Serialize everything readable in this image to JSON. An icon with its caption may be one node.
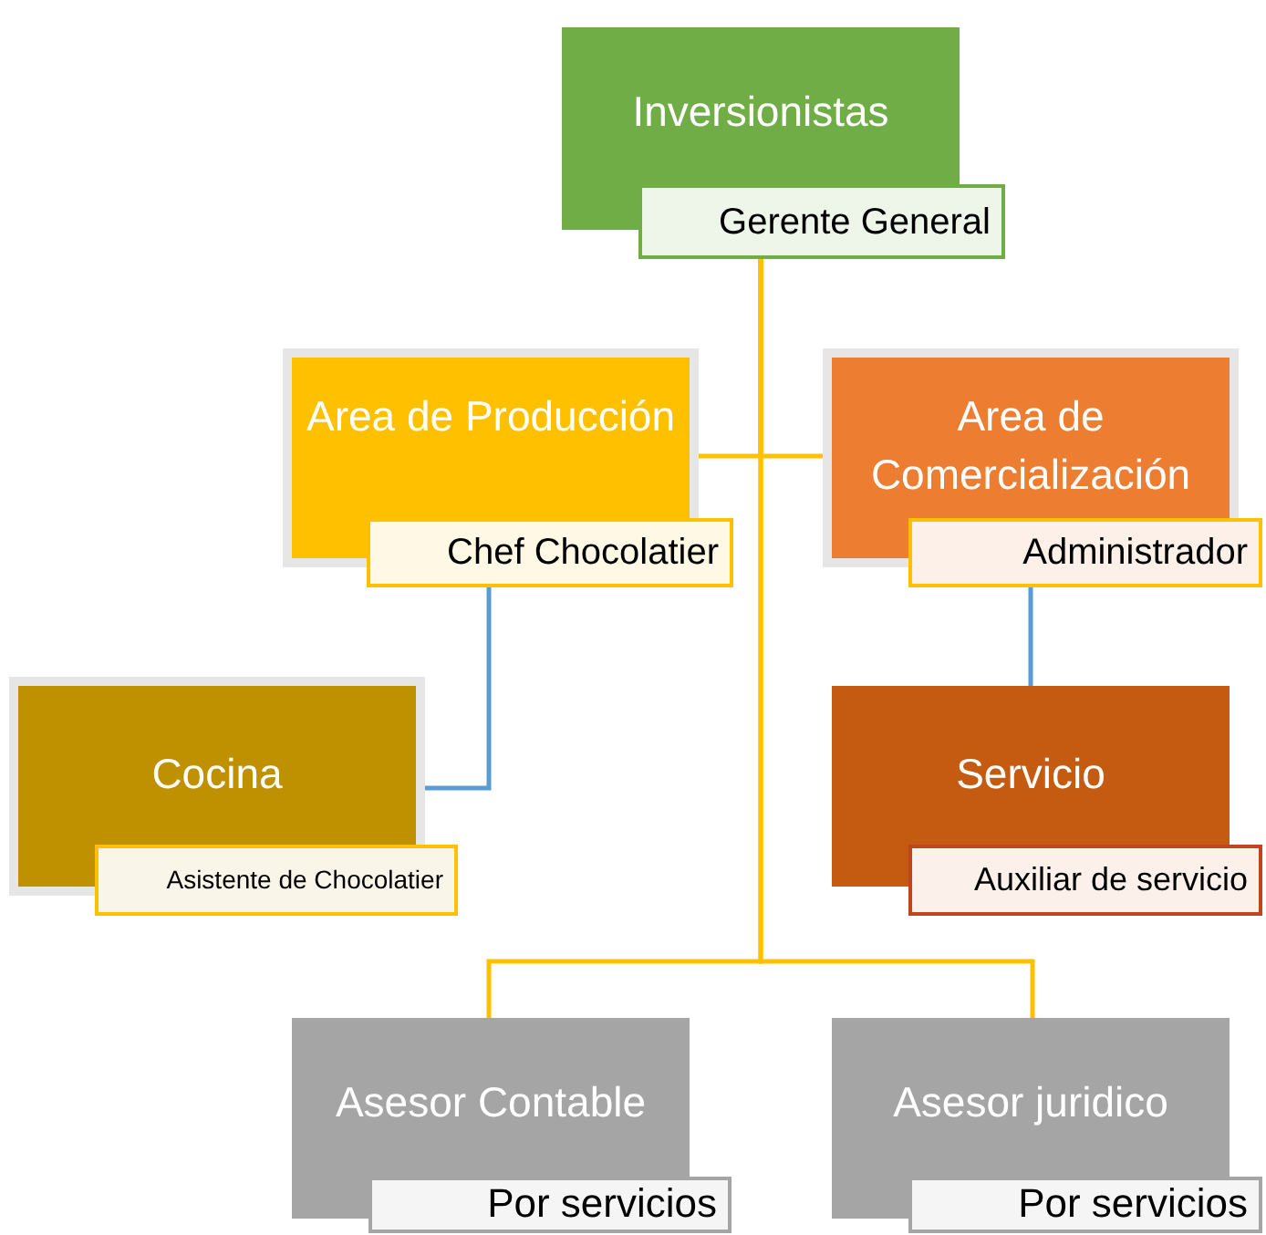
{
  "diagram": {
    "nodes": [
      {
        "text": [
          "Inversionistas",
          "Gerente General"
        ]
      },
      {
        "text": [
          "Area de Producción",
          "Chef Chocolatier"
        ]
      },
      {
        "text": [
          "Area de Comercialización",
          "Administrador"
        ]
      },
      {
        "text": [
          "Cocina",
          "Asistente de Chocolatier"
        ]
      },
      {
        "text": [
          "Servicio",
          "Auxiliar de servicio"
        ]
      },
      {
        "text": [
          "Asesor Contable",
          "Por servicios"
        ]
      },
      {
        "text": [
          "Asesor juridico",
          "Por servicios"
        ]
      }
    ],
    "edges": [
      {
        "from": 0,
        "to": 1,
        "arrow": "none"
      },
      {
        "from": 0,
        "to": 2,
        "arrow": "none"
      },
      {
        "from": 0,
        "to": 5,
        "arrow": "none"
      },
      {
        "from": 0,
        "to": 6,
        "arrow": "none"
      },
      {
        "from": 1,
        "to": 3,
        "arrow": "none",
        "color": "#5b9bd5"
      },
      {
        "from": 2,
        "to": 4,
        "arrow": "none",
        "color": "#5b9bd5"
      }
    ]
  }
}
